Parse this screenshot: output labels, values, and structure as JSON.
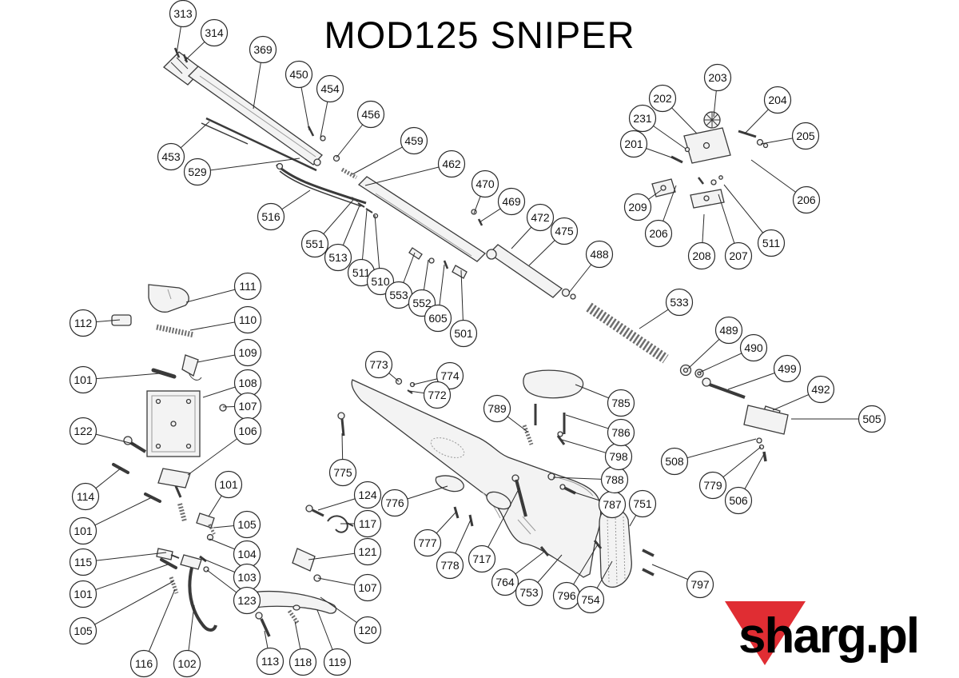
{
  "title": "MOD125 SNIPER",
  "logo": {
    "text": "sharg.pl",
    "triangle_color": "#e02d33"
  },
  "colors": {
    "background": "#ffffff",
    "line_color": "#2b2b2b"
  },
  "diagram": {
    "description": "Exploded parts diagram of MOD125 Sniper air rifle with numbered part callouts",
    "callout_radius": 16.5,
    "callout_fields": [
      "label",
      "cx",
      "cy",
      "tx",
      "ty"
    ],
    "callouts": [
      [
        "313",
        229,
        17,
        221,
        67
      ],
      [
        "314",
        268,
        41,
        231,
        76
      ],
      [
        "369",
        329,
        62,
        317,
        136
      ],
      [
        "450",
        374,
        93,
        387,
        163
      ],
      [
        "454",
        413,
        111,
        401,
        172
      ],
      [
        "456",
        464,
        143,
        421,
        197
      ],
      [
        "459",
        518,
        176,
        441,
        218
      ],
      [
        "462",
        565,
        205,
        457,
        232
      ],
      [
        "470",
        607,
        230,
        593,
        267
      ],
      [
        "469",
        640,
        252,
        600,
        278
      ],
      [
        "472",
        676,
        272,
        640,
        311
      ],
      [
        "475",
        706,
        289,
        662,
        332
      ],
      [
        "488",
        750,
        318,
        712,
        366
      ],
      [
        "453",
        214,
        196,
        262,
        152
      ],
      [
        "529",
        247,
        215,
        375,
        198
      ],
      [
        "516",
        339,
        271,
        388,
        238
      ],
      [
        "551",
        394,
        305,
        442,
        250
      ],
      [
        "513",
        423,
        322,
        450,
        257
      ],
      [
        "511",
        452,
        341,
        459,
        263
      ],
      [
        "510",
        476,
        352,
        469,
        269
      ],
      [
        "553",
        499,
        369,
        519,
        316
      ],
      [
        "552",
        528,
        379,
        536,
        325
      ],
      [
        "605",
        548,
        398,
        556,
        331
      ],
      [
        "501",
        580,
        417,
        577,
        338
      ],
      [
        "203",
        898,
        97,
        893,
        146
      ],
      [
        "202",
        829,
        123,
        872,
        167
      ],
      [
        "231",
        804,
        148,
        858,
        186
      ],
      [
        "201",
        793,
        180,
        846,
        199
      ],
      [
        "204",
        973,
        125,
        932,
        167
      ],
      [
        "205",
        1008,
        170,
        952,
        180
      ],
      [
        "206",
        1009,
        250,
        940,
        200
      ],
      [
        "209",
        798,
        259,
        827,
        238
      ],
      [
        "206",
        824,
        292,
        846,
        232
      ],
      [
        "208",
        878,
        320,
        881,
        268
      ],
      [
        "207",
        924,
        320,
        899,
        243
      ],
      [
        "511",
        965,
        304,
        906,
        231
      ],
      [
        "533",
        850,
        378,
        800,
        411
      ],
      [
        "489",
        912,
        413,
        861,
        461
      ],
      [
        "490",
        943,
        435,
        875,
        466
      ],
      [
        "499",
        985,
        461,
        911,
        487
      ],
      [
        "492",
        1027,
        487,
        967,
        513
      ],
      [
        "505",
        1091,
        524,
        990,
        524
      ],
      [
        "508",
        844,
        577,
        946,
        549
      ],
      [
        "779",
        892,
        607,
        952,
        559
      ],
      [
        "506",
        924,
        626,
        956,
        568
      ],
      [
        "111",
        310,
        358,
        233,
        378
      ],
      [
        "112",
        104,
        404,
        150,
        400
      ],
      [
        "110",
        310,
        400,
        238,
        413
      ],
      [
        "101",
        104,
        475,
        200,
        467
      ],
      [
        "109",
        310,
        441,
        247,
        453
      ],
      [
        "108",
        310,
        479,
        254,
        497
      ],
      [
        "107",
        310,
        508,
        279,
        509
      ],
      [
        "122",
        104,
        539,
        170,
        556
      ],
      [
        "106",
        310,
        539,
        235,
        594
      ],
      [
        "114",
        107,
        621,
        152,
        585
      ],
      [
        "101",
        104,
        664,
        190,
        622
      ],
      [
        "115",
        104,
        703,
        208,
        691
      ],
      [
        "101",
        104,
        743,
        210,
        706
      ],
      [
        "105",
        104,
        789,
        217,
        727
      ],
      [
        "116",
        180,
        830,
        219,
        737
      ],
      [
        "102",
        234,
        830,
        243,
        757
      ],
      [
        "101",
        286,
        606,
        261,
        646
      ],
      [
        "105",
        309,
        656,
        267,
        660
      ],
      [
        "104",
        309,
        693,
        262,
        674
      ],
      [
        "103",
        309,
        722,
        254,
        699
      ],
      [
        "123",
        309,
        751,
        259,
        713
      ],
      [
        "113",
        338,
        827,
        331,
        789
      ],
      [
        "118",
        379,
        828,
        369,
        777
      ],
      [
        "119",
        422,
        828,
        397,
        763
      ],
      [
        "120",
        460,
        788,
        401,
        747
      ],
      [
        "107",
        460,
        735,
        398,
        723
      ],
      [
        "121",
        460,
        690,
        386,
        700
      ],
      [
        "117",
        460,
        655,
        426,
        655
      ],
      [
        "124",
        460,
        619,
        398,
        638
      ],
      [
        "776",
        494,
        629,
        560,
        608
      ],
      [
        "777",
        535,
        679,
        571,
        640
      ],
      [
        "778",
        563,
        707,
        589,
        650
      ],
      [
        "717",
        603,
        699,
        650,
        610
      ],
      [
        "764",
        632,
        728,
        681,
        690
      ],
      [
        "753",
        662,
        741,
        703,
        694
      ],
      [
        "796",
        709,
        745,
        748,
        681
      ],
      [
        "754",
        739,
        750,
        766,
        702
      ],
      [
        "797",
        876,
        731,
        816,
        706
      ],
      [
        "751",
        804,
        630,
        788,
        658
      ],
      [
        "787",
        766,
        631,
        713,
        614
      ],
      [
        "788",
        769,
        600,
        692,
        597
      ],
      [
        "798",
        774,
        571,
        703,
        550
      ],
      [
        "786",
        777,
        541,
        708,
        519
      ],
      [
        "785",
        777,
        504,
        720,
        481
      ],
      [
        "789",
        622,
        511,
        660,
        540
      ],
      [
        "773",
        474,
        456,
        499,
        477
      ],
      [
        "774",
        563,
        470,
        517,
        481
      ],
      [
        "772",
        547,
        494,
        512,
        489
      ],
      [
        "775",
        429,
        591,
        428,
        542
      ]
    ]
  }
}
